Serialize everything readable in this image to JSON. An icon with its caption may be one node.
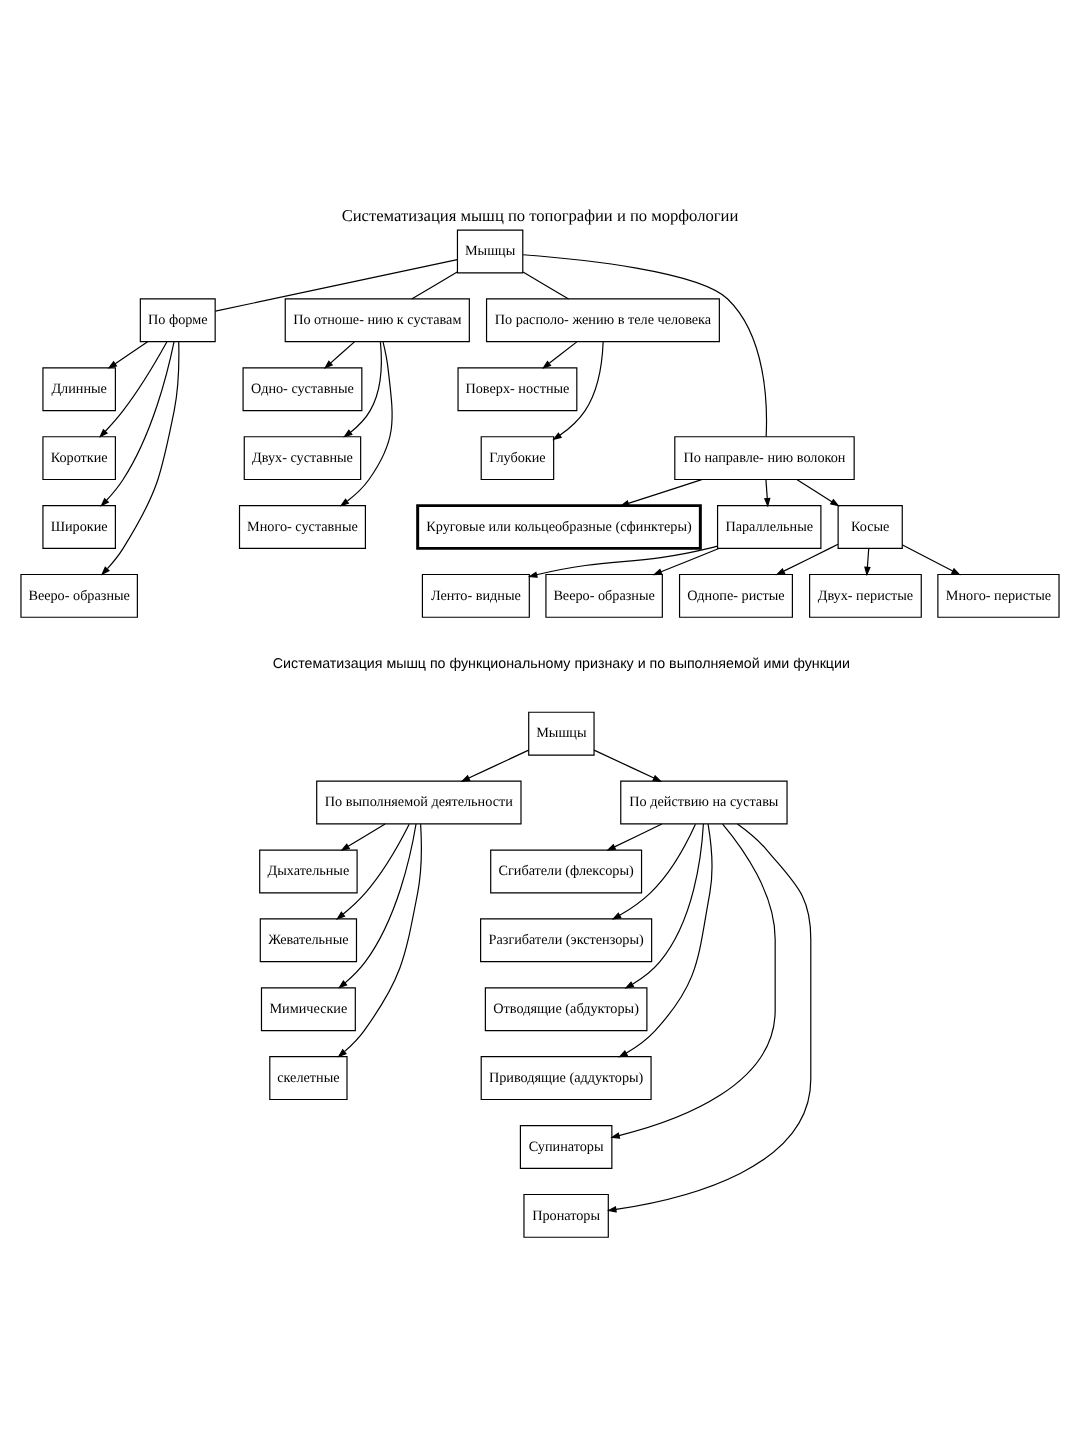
{
  "diagram": {
    "title": "Систематизация мышц по топографии и по морфологии",
    "nodes": [
      {
        "text": [
          "Мышцы"
        ]
      },
      {
        "text": [
          "По форме"
        ]
      },
      {
        "text": [
          "Длинные"
        ]
      },
      {
        "text": [
          "Короткие"
        ]
      },
      {
        "text": [
          "Широкие"
        ]
      },
      {
        "text": [
          "Вееро- образные"
        ]
      },
      {
        "text": [
          "По отноше- нию к суставам"
        ]
      },
      {
        "text": [
          "Одно- суставные"
        ]
      },
      {
        "text": [
          "Двух- суставные"
        ]
      },
      {
        "text": [
          "Много- суставные"
        ]
      },
      {
        "text": [
          "По располо- жению в теле человека"
        ]
      },
      {
        "text": [
          "Поверх- ностные"
        ]
      },
      {
        "text": [
          "Глубокие"
        ]
      },
      {
        "text": [
          "По направле- нию волокон"
        ]
      },
      {
        "text": [
          "Круговые или кольцеобразные (сфинктеры)"
        ]
      },
      {
        "text": [
          "Параллельные"
        ]
      },
      {
        "text": [
          "Ленто- видные"
        ]
      },
      {
        "text": [
          "Вееро- образные"
        ]
      },
      {
        "text": [
          "Косые"
        ]
      },
      {
        "text": [
          "Однопе- ристые"
        ]
      },
      {
        "text": [
          "Двух- перистые"
        ]
      },
      {
        "text": [
          "Много- перистые"
        ]
      },
      {
        "text": [
          "Мышцы"
        ]
      },
      {
        "text": [
          "По выполняемой деятельности"
        ]
      },
      {
        "text": [
          "Дыхательные"
        ]
      },
      {
        "text": [
          "Жевательные"
        ]
      },
      {
        "text": [
          "Мимические"
        ]
      },
      {
        "text": [
          "скелетные"
        ]
      },
      {
        "text": [
          "По действию на суставы"
        ]
      },
      {
        "text": [
          "Сгибатели (флексоры)"
        ]
      },
      {
        "text": [
          "Разгибатели (экстензоры)"
        ]
      },
      {
        "text": [
          "Отводящие (абдукторы)"
        ]
      },
      {
        "text": [
          "Приводящие (аддукторы)"
        ]
      },
      {
        "text": [
          "Супинаторы"
        ]
      },
      {
        "text": [
          "Пронаторы"
        ]
      }
    ],
    "edges": [
      {
        "from": 0,
        "to": 1,
        "arrow": "none"
      },
      {
        "from": 0,
        "to": 6,
        "arrow": "none"
      },
      {
        "from": 0,
        "to": 10,
        "arrow": "none"
      },
      {
        "from": 0,
        "to": 13,
        "arrow": "none"
      },
      {
        "from": 1,
        "to": 2,
        "arrow": "to"
      },
      {
        "from": 1,
        "to": 3,
        "arrow": "to"
      },
      {
        "from": 1,
        "to": 4,
        "arrow": "to"
      },
      {
        "from": 1,
        "to": 5,
        "arrow": "to"
      },
      {
        "from": 6,
        "to": 7,
        "arrow": "to"
      },
      {
        "from": 6,
        "to": 8,
        "arrow": "to"
      },
      {
        "from": 6,
        "to": 9,
        "arrow": "to"
      },
      {
        "from": 10,
        "to": 11,
        "arrow": "to"
      },
      {
        "from": 10,
        "to": 12,
        "arrow": "to"
      },
      {
        "from": 13,
        "to": 14,
        "arrow": "to"
      },
      {
        "from": 13,
        "to": 15,
        "arrow": "to"
      },
      {
        "from": 13,
        "to": 18,
        "arrow": "to"
      },
      {
        "from": 15,
        "to": 16,
        "arrow": "to"
      },
      {
        "from": 15,
        "to": 17,
        "arrow": "to"
      },
      {
        "from": 18,
        "to": 19,
        "arrow": "to"
      },
      {
        "from": 18,
        "to": 20,
        "arrow": "to"
      },
      {
        "from": 18,
        "to": 21,
        "arrow": "to"
      },
      {
        "from": 22,
        "to": 23,
        "arrow": "to"
      },
      {
        "from": 22,
        "to": 28,
        "arrow": "to"
      },
      {
        "from": 23,
        "to": 24,
        "arrow": "to"
      },
      {
        "from": 23,
        "to": 25,
        "arrow": "to"
      },
      {
        "from": 23,
        "to": 26,
        "arrow": "to"
      },
      {
        "from": 23,
        "to": 27,
        "arrow": "to"
      },
      {
        "from": 28,
        "to": 29,
        "arrow": "to"
      },
      {
        "from": 28,
        "to": 30,
        "arrow": "to"
      },
      {
        "from": 28,
        "to": 31,
        "arrow": "to"
      },
      {
        "from": 28,
        "to": 32,
        "arrow": "to"
      },
      {
        "from": 28,
        "to": 33,
        "arrow": "to"
      },
      {
        "from": 28,
        "to": 34,
        "arrow": "to"
      }
    ],
    "labels": [
      "Систематизация мышц по функциональному признаку и по выполняемой ими функции"
    ]
  }
}
